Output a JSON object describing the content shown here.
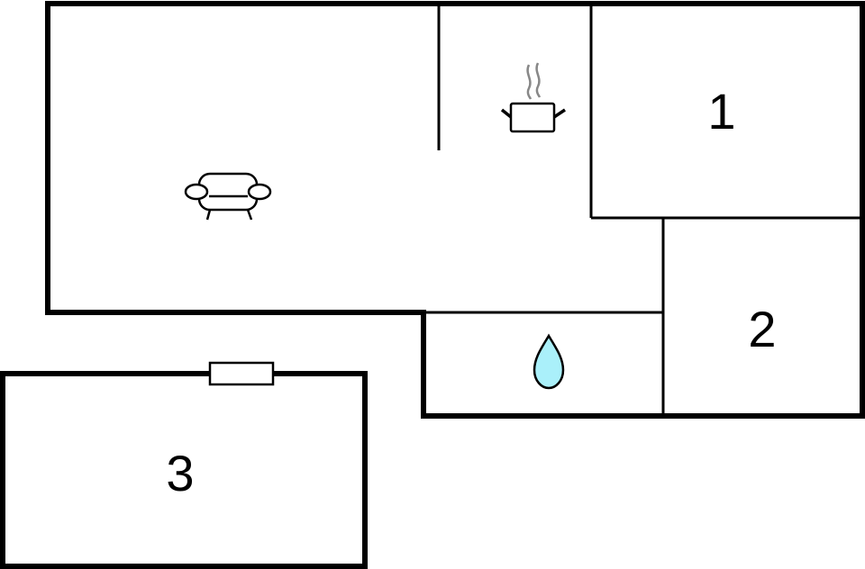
{
  "diagram": {
    "type": "floor-plan",
    "background": "#ffffff",
    "wall_color": "#000000",
    "rooms": [
      {
        "id": "living",
        "label": "",
        "icon": "sofa-icon"
      },
      {
        "id": "kitchen",
        "label": "",
        "icon": "cooking-pot-icon"
      },
      {
        "id": "bedroom-1",
        "label": "1"
      },
      {
        "id": "bedroom-2",
        "label": "2"
      },
      {
        "id": "bathroom",
        "label": "",
        "icon": "water-drop-icon"
      },
      {
        "id": "bedroom-3",
        "label": "3",
        "feature": "window-icon"
      }
    ],
    "colors": {
      "water_drop_fill": "#aaf0fa",
      "steam": "#888888"
    }
  }
}
